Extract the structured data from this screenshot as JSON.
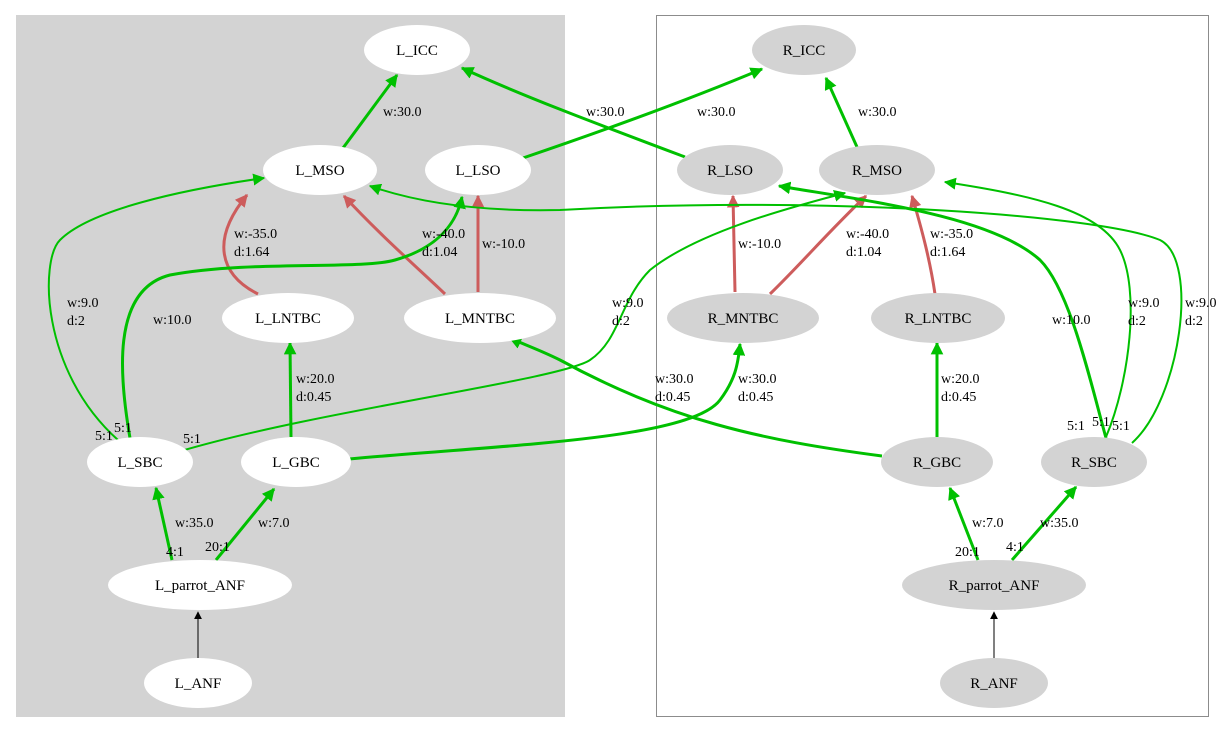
{
  "colors": {
    "excitatory": "#00c000",
    "inhibitory": "#cd5c5c",
    "input": "#000000",
    "left_cluster_fill": "#d3d3d3",
    "right_cluster_border": "#8c8c8c",
    "left_node_fill": "#ffffff",
    "right_node_fill": "#d3d3d3"
  },
  "nodes": [
    {
      "id": "L_ICC",
      "label": "L_ICC"
    },
    {
      "id": "L_MSO",
      "label": "L_MSO"
    },
    {
      "id": "L_LSO",
      "label": "L_LSO"
    },
    {
      "id": "L_LNTBC",
      "label": "L_LNTBC"
    },
    {
      "id": "L_MNTBC",
      "label": "L_MNTBC"
    },
    {
      "id": "L_SBC",
      "label": "L_SBC"
    },
    {
      "id": "L_GBC",
      "label": "L_GBC"
    },
    {
      "id": "L_parrot_ANF",
      "label": "L_parrot_ANF"
    },
    {
      "id": "L_ANF",
      "label": "L_ANF"
    },
    {
      "id": "R_ICC",
      "label": "R_ICC"
    },
    {
      "id": "R_LSO",
      "label": "R_LSO"
    },
    {
      "id": "R_MSO",
      "label": "R_MSO"
    },
    {
      "id": "R_MNTBC",
      "label": "R_MNTBC"
    },
    {
      "id": "R_LNTBC",
      "label": "R_LNTBC"
    },
    {
      "id": "R_GBC",
      "label": "R_GBC"
    },
    {
      "id": "R_SBC",
      "label": "R_SBC"
    },
    {
      "id": "R_parrot_ANF",
      "label": "R_parrot_ANF"
    },
    {
      "id": "R_ANF",
      "label": "R_ANF"
    }
  ],
  "edges": [
    {
      "from": "L_MSO",
      "to": "L_ICC",
      "type": "excitatory",
      "label": [
        "w:30.0"
      ]
    },
    {
      "from": "L_LSO",
      "to": "R_ICC",
      "type": "excitatory",
      "label": [
        "w:30.0"
      ]
    },
    {
      "from": "R_LSO",
      "to": "L_ICC",
      "type": "excitatory",
      "label": [
        "w:30.0"
      ]
    },
    {
      "from": "R_MSO",
      "to": "R_ICC",
      "type": "excitatory",
      "label": [
        "w:30.0"
      ]
    },
    {
      "from": "L_LNTBC",
      "to": "L_MSO",
      "type": "inhibitory",
      "label": [
        "w:-35.0",
        "d:1.64"
      ]
    },
    {
      "from": "L_MNTBC",
      "to": "L_MSO",
      "type": "inhibitory",
      "label": [
        "w:-40.0",
        "d:1.04"
      ]
    },
    {
      "from": "L_MNTBC",
      "to": "L_LSO",
      "type": "inhibitory",
      "label": [
        "w:-10.0"
      ]
    },
    {
      "from": "R_MNTBC",
      "to": "R_LSO",
      "type": "inhibitory",
      "label": [
        "w:-10.0"
      ]
    },
    {
      "from": "R_MNTBC",
      "to": "R_MSO",
      "type": "inhibitory",
      "label": [
        "w:-40.0",
        "d:1.04"
      ]
    },
    {
      "from": "R_LNTBC",
      "to": "R_MSO",
      "type": "inhibitory",
      "label": [
        "w:-35.0",
        "d:1.64"
      ]
    },
    {
      "from": "L_SBC",
      "to": "L_MSO",
      "type": "excitatory",
      "label": [
        "w:9.0",
        "d:2"
      ],
      "tail": "5:1"
    },
    {
      "from": "L_SBC",
      "to": "L_LSO",
      "type": "excitatory",
      "label": [
        "w:10.0"
      ],
      "tail": "5:1"
    },
    {
      "from": "L_SBC",
      "to": "R_MSO",
      "type": "excitatory",
      "label": [
        "w:9.0",
        "d:2"
      ],
      "tail": "5:1"
    },
    {
      "from": "L_GBC",
      "to": "L_LNTBC",
      "type": "excitatory",
      "label": [
        "w:20.0",
        "d:0.45"
      ]
    },
    {
      "from": "L_GBC",
      "to": "R_MNTBC",
      "type": "excitatory",
      "label": [
        "w:30.0",
        "d:0.45"
      ]
    },
    {
      "from": "R_GBC",
      "to": "R_LNTBC",
      "type": "excitatory",
      "label": [
        "w:20.0",
        "d:0.45"
      ]
    },
    {
      "from": "R_GBC",
      "to": "L_MNTBC",
      "type": "excitatory",
      "label": [
        "w:30.0",
        "d:0.45"
      ]
    },
    {
      "from": "R_SBC",
      "to": "R_LSO",
      "type": "excitatory",
      "label": [
        "w:10.0"
      ],
      "tail": "5:1"
    },
    {
      "from": "R_SBC",
      "to": "R_MSO",
      "type": "excitatory",
      "label": [
        "w:9.0",
        "d:2"
      ],
      "tail": "5:1"
    },
    {
      "from": "R_SBC",
      "to": "L_MSO",
      "type": "excitatory",
      "label": [
        "w:9.0",
        "d:2"
      ],
      "tail": "5:1"
    },
    {
      "from": "L_parrot_ANF",
      "to": "L_SBC",
      "type": "excitatory",
      "label": [
        "w:35.0"
      ],
      "tail": "4:1"
    },
    {
      "from": "L_parrot_ANF",
      "to": "L_GBC",
      "type": "excitatory",
      "label": [
        "w:7.0"
      ],
      "tail": "20:1"
    },
    {
      "from": "R_parrot_ANF",
      "to": "R_GBC",
      "type": "excitatory",
      "label": [
        "w:7.0"
      ],
      "tail": "20:1"
    },
    {
      "from": "R_parrot_ANF",
      "to": "R_SBC",
      "type": "excitatory",
      "label": [
        "w:35.0"
      ],
      "tail": "4:1"
    },
    {
      "from": "L_ANF",
      "to": "L_parrot_ANF",
      "type": "input",
      "label": []
    },
    {
      "from": "R_ANF",
      "to": "R_parrot_ANF",
      "type": "input",
      "label": []
    }
  ]
}
